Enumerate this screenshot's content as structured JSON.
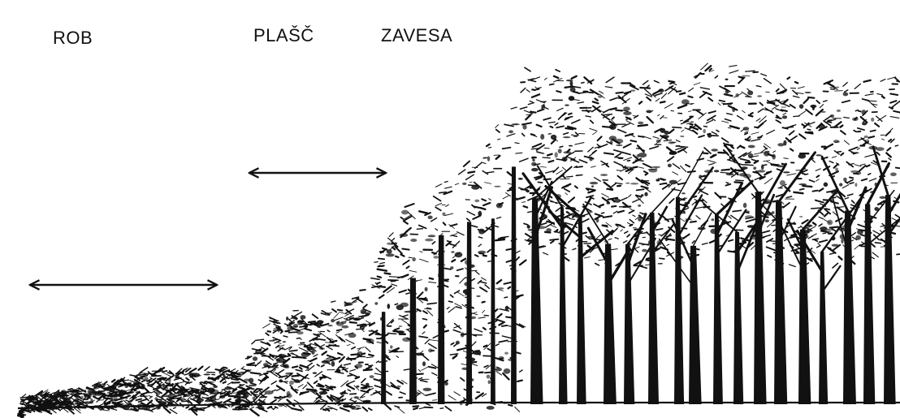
{
  "labels": {
    "rob": "ROB",
    "plasc": "PLAŠČ",
    "zavesa": "ZAVESA"
  },
  "colors": {
    "ink": "#111111",
    "background": "#ffffff"
  },
  "illustration": {
    "subject": "forest-edge-profile",
    "zones": [
      "ROB",
      "PLAŠČ",
      "ZAVESA"
    ]
  }
}
